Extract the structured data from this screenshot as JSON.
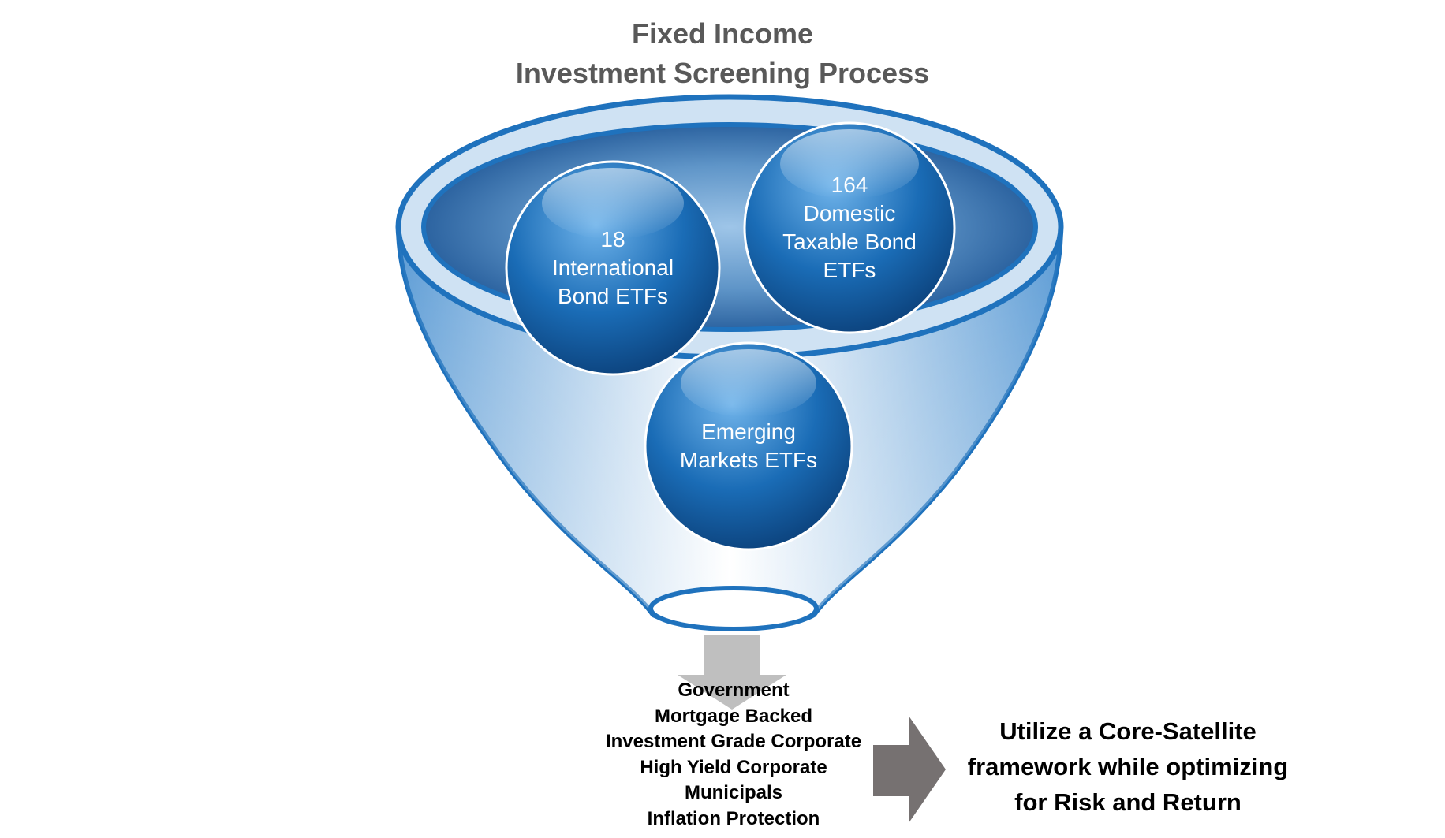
{
  "title": {
    "line1": "Fixed Income",
    "line2": "Investment Screening Process"
  },
  "bubbles": {
    "international": {
      "lines": [
        "18",
        "International",
        "Bond ETFs"
      ]
    },
    "domestic": {
      "lines": [
        "164",
        "Domestic",
        "Taxable Bond",
        "ETFs"
      ]
    },
    "emerging": {
      "lines": [
        "Emerging",
        "Markets ETFs"
      ]
    }
  },
  "categories": [
    "Government",
    "Mortgage Backed",
    "Investment Grade Corporate",
    "High Yield Corporate",
    "Municipals",
    "Inflation Protection"
  ],
  "conclusion": {
    "lines": [
      "Utilize a Core-Satellite",
      "framework while optimizing",
      "for Risk and Return"
    ]
  },
  "colors": {
    "funnel_outline": "#1f72bd",
    "bubble_blue": "#1565ae",
    "down_arrow": "#bfbfbf",
    "right_arrow": "#767171",
    "title_text": "#595959"
  }
}
